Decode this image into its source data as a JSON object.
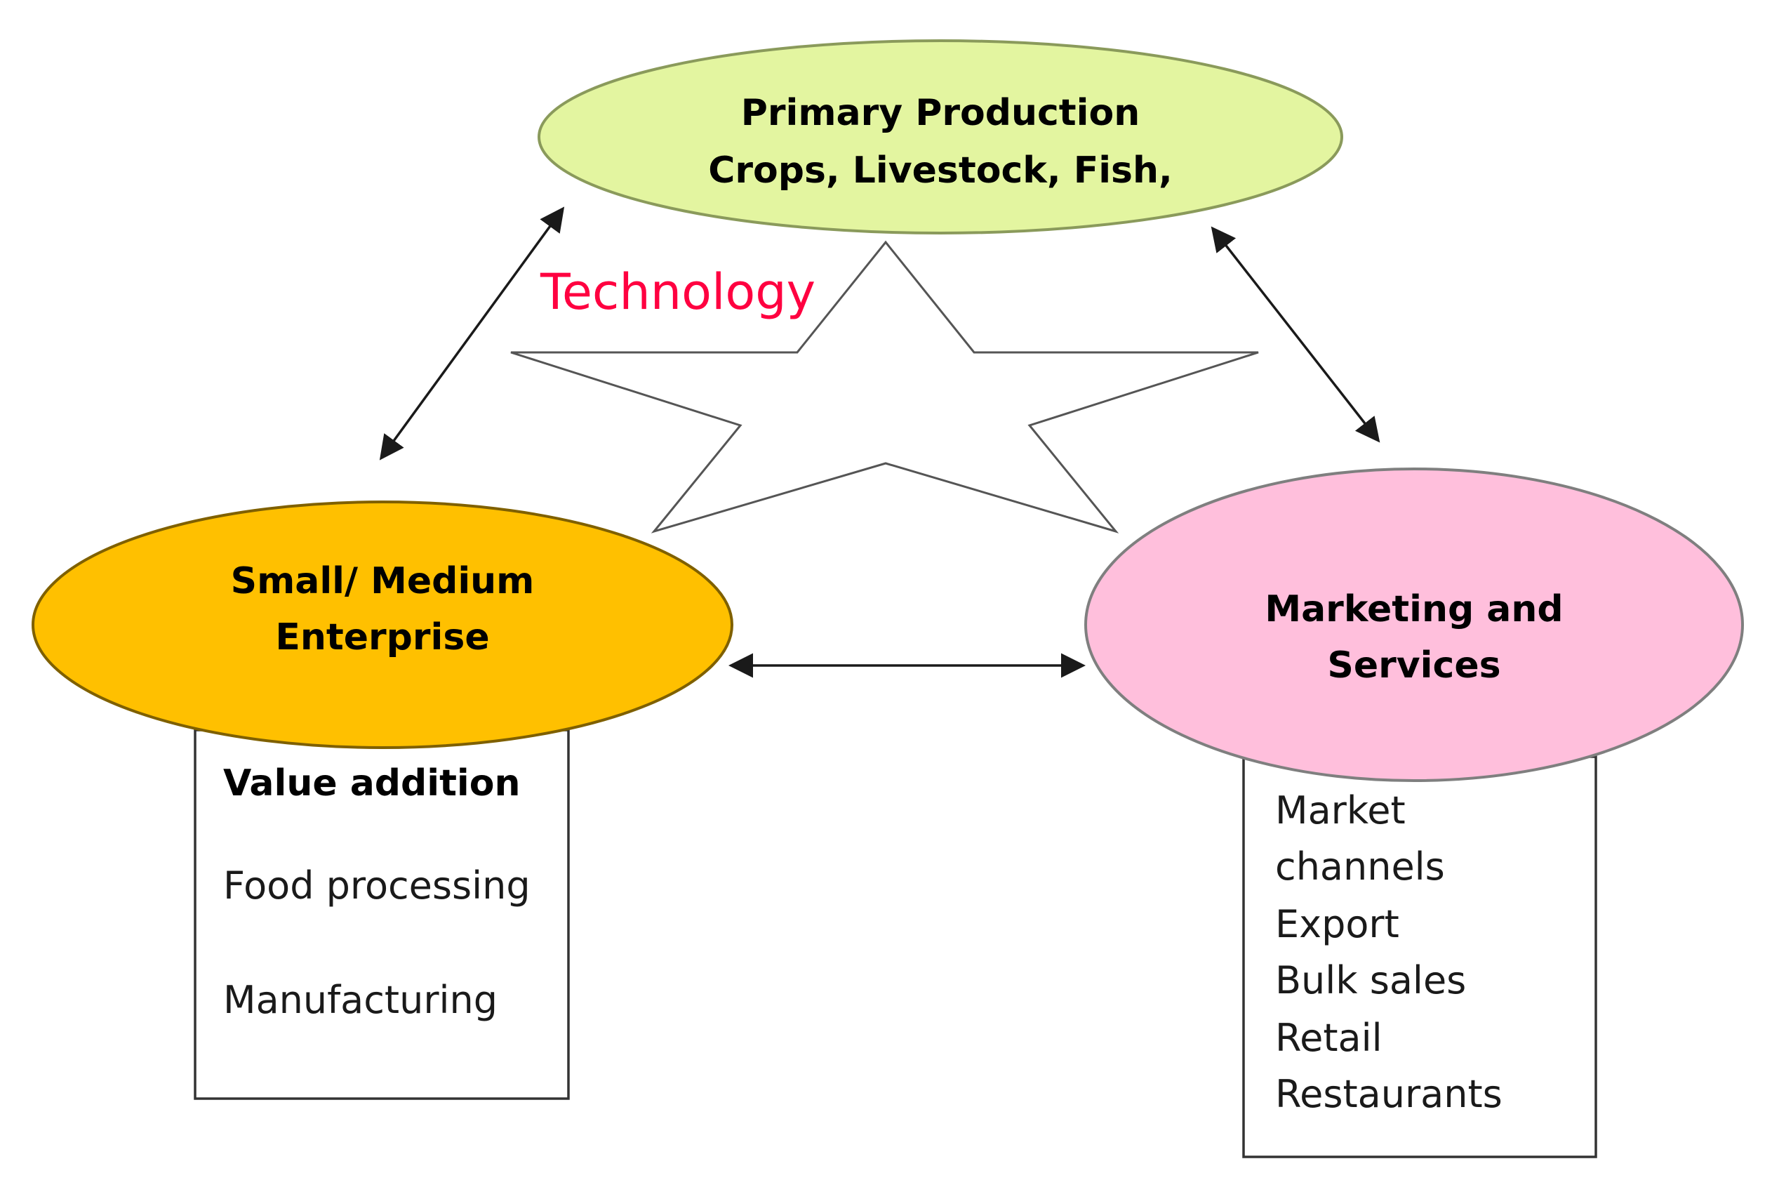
{
  "colors": {
    "primary_production_fill": "#e3f5a0",
    "primary_production_stroke": "#8a9a5b",
    "sme_fill": "#ffc000",
    "sme_stroke": "#7f6000",
    "marketing_fill": "#ffbfdc",
    "marketing_stroke": "#7f7f7f",
    "technology_text": "#ff0040",
    "star_stroke": "#555555",
    "box_stroke": "#333333"
  },
  "nodes": {
    "primary_production": {
      "line1": "Primary Production",
      "line2": "Crops, Livestock, Fish,"
    },
    "sme": {
      "line1": "Small/ Medium",
      "line2": "Enterprise"
    },
    "marketing": {
      "line1": "Marketing and",
      "line2": "Services"
    }
  },
  "center": {
    "label": "Technology",
    "icon": "star-icon"
  },
  "sme_box": {
    "heading": "Value addition",
    "items": [
      "Food processing",
      "Manufacturing"
    ]
  },
  "marketing_box": {
    "items": [
      "Market",
      "channels",
      "Export",
      "Bulk sales",
      "Retail",
      "Restaurants"
    ]
  }
}
